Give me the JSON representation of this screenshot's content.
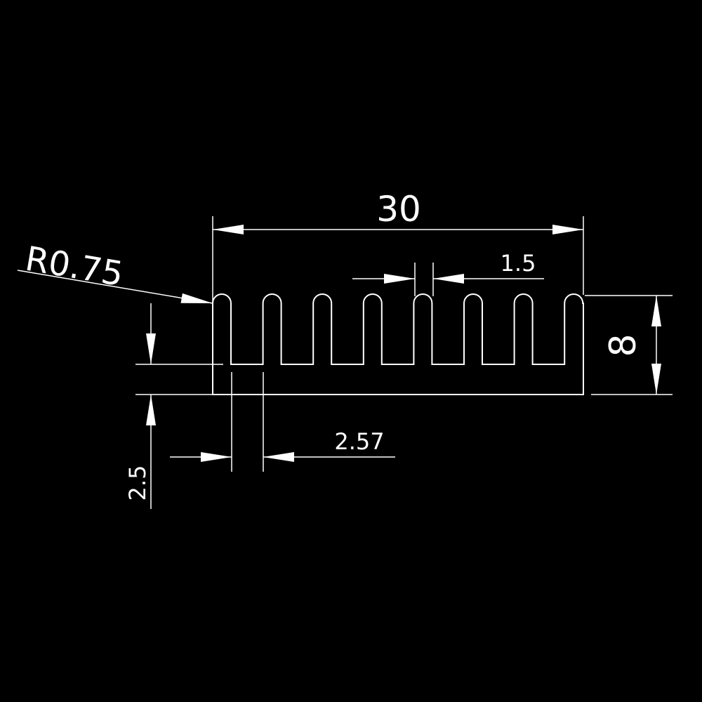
{
  "drawing": {
    "colors": {
      "background": "#000000",
      "lines": "#ffffff"
    },
    "dimensions": {
      "overall_width": "30",
      "fin_thickness": "1.5",
      "height": "8",
      "fin_pitch": "2.57",
      "base_thickness": "2.5",
      "fin_radius": "R0.75"
    }
  }
}
